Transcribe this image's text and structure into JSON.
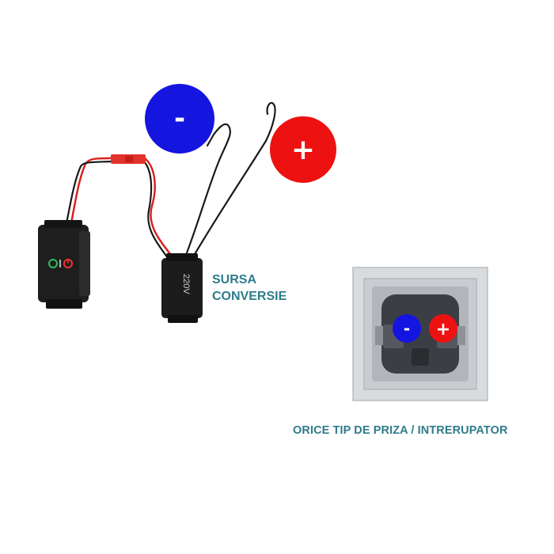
{
  "diagram": {
    "converter_label_line1": "SURSA",
    "converter_label_line2": "CONVERSIE",
    "socket_caption": "ORICE TIP DE PRIZA / INTRERUPATOR",
    "negative_symbol": "-",
    "positive_symbol": "+",
    "converter_marking": "220V"
  },
  "colors": {
    "negative": "#1515e0",
    "positive": "#ee1111",
    "label": "#2f7c8a",
    "wire_red": "#d81e1e",
    "wire_black": "#1a1a1a"
  },
  "icons": [
    "negative-terminal-icon",
    "positive-terminal-icon",
    "power-indicator-icon"
  ]
}
